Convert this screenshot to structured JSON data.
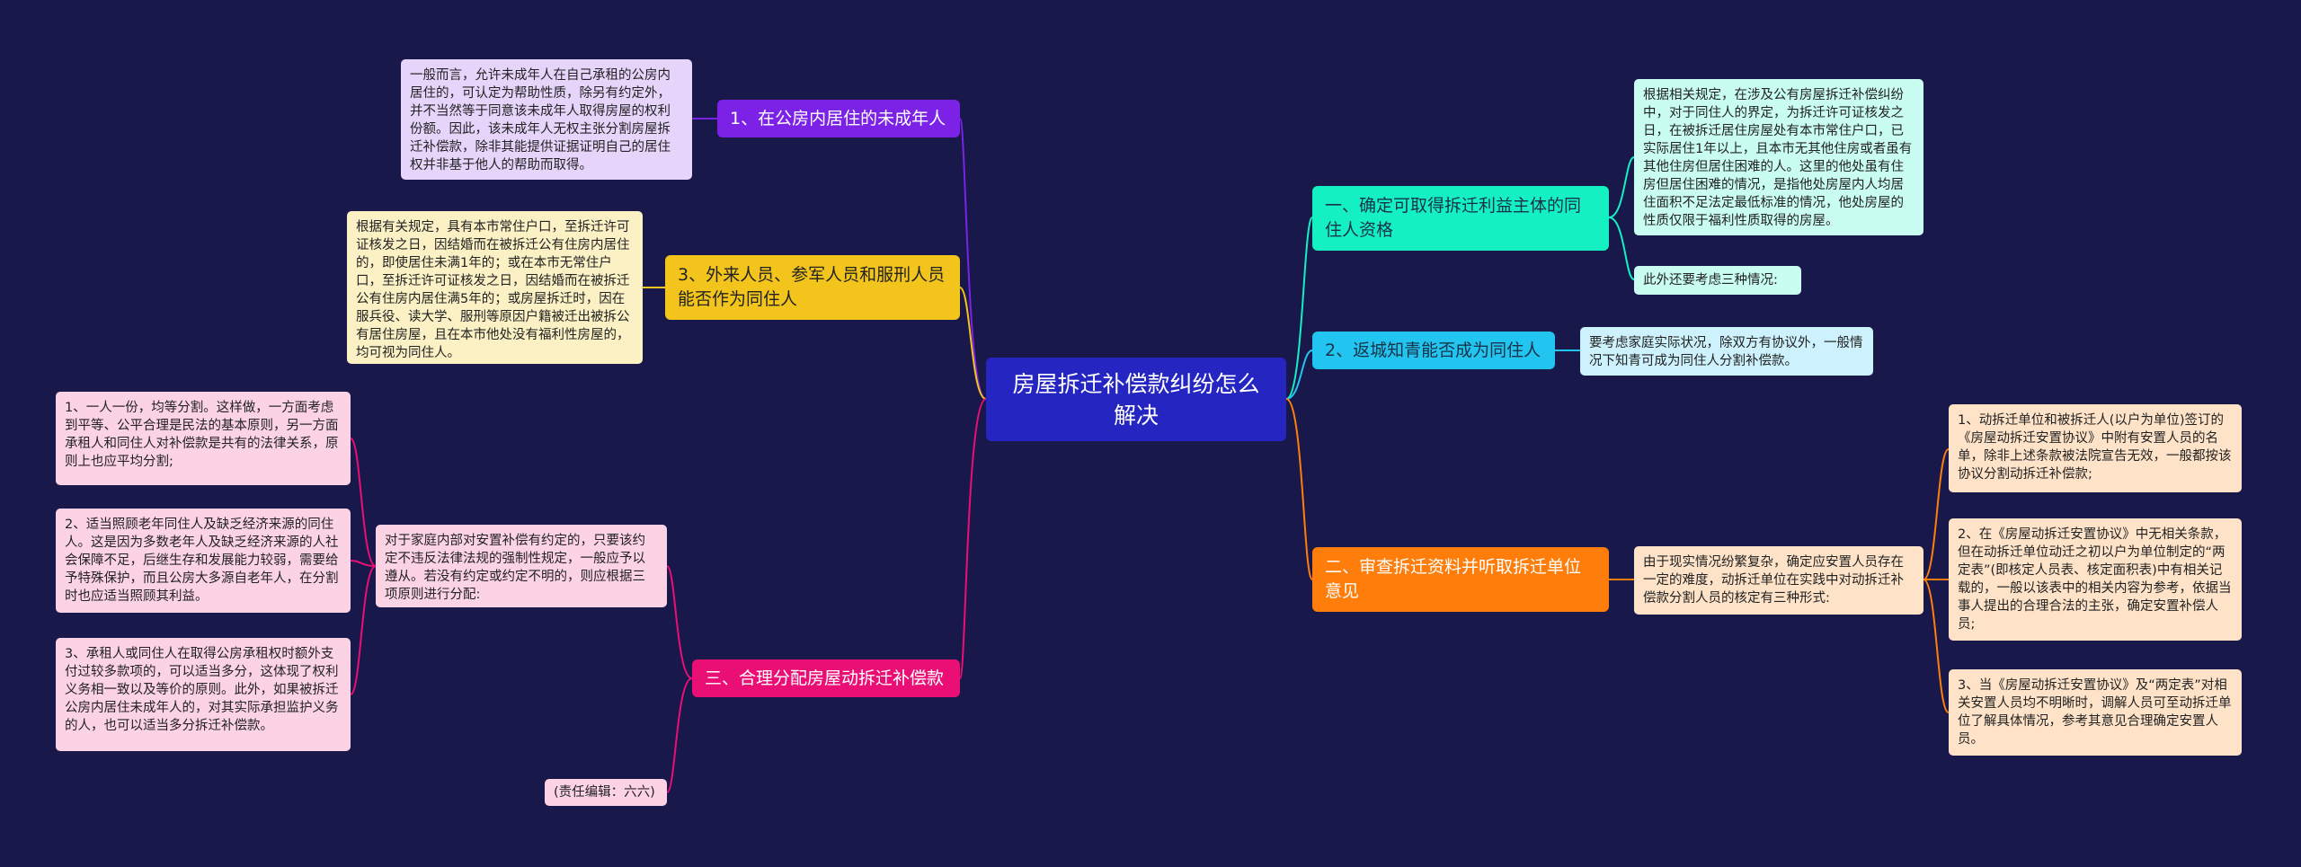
{
  "root": "房屋拆迁补偿款纠纷怎么解决",
  "left": [
    {
      "label": "1、在公房内居住的未成年人",
      "color": "#7b22e6",
      "details": [
        "一般而言，允许未成年人在自己承租的公房内居住的，可认定为帮助性质，除另有约定外，并不当然等于同意该未成年人取得房屋的权利份额。因此，该未成年人无权主张分割房屋拆迁补偿款，除非其能提供证据证明自己的居住权并非基于他人的帮助而取得。"
      ]
    },
    {
      "label": "3、外来人员、参军人员和服刑人员能否作为同住人",
      "color": "#f3c51c",
      "details": [
        "根据有关规定，具有本市常住户口，至拆迁许可证核发之日，因结婚而在被拆迁公有住房内居住的，即使居住未满1年的；或在本市无常住户口，至拆迁许可证核发之日，因结婚而在被拆迁公有住房内居住满5年的；或房屋拆迁时，因在服兵役、读大学、服刑等原因户籍被迁出被拆公有居住房屋，且在本市他处没有福利性房屋的，均可视为同住人。"
      ]
    },
    {
      "label": "三、合理分配房屋动拆迁补偿款",
      "color": "#ea0f75",
      "details": [
        "对于家庭内部对安置补偿有约定的，只要该约定不违反法律法规的强制性规定，一般应予以遵从。若没有约定或约定不明的，则应根据三项原则进行分配:",
        "(责任编辑：六六)"
      ],
      "principles": [
        "1、一人一份，均等分割。这样做，一方面考虑到平等、公平合理是民法的基本原则，另一方面承租人和同住人对补偿款是共有的法律关系，原则上也应平均分割;",
        "2、适当照顾老年同住人及缺乏经济来源的同住人。这是因为多数老年人及缺乏经济来源的人社会保障不足，后继生存和发展能力较弱，需要给予特殊保护，而且公房大多源自老年人，在分割时也应适当照顾其利益。",
        "3、承租人或同住人在取得公房承租权时额外支付过较多款项的，可以适当多分，这体现了权利义务相一致以及等价的原则。此外，如果被拆迁公房内居住未成年人的，对其实际承担监护义务的人，也可以适当多分拆迁补偿款。"
      ]
    }
  ],
  "right": [
    {
      "label": "一、确定可取得拆迁利益主体的同住人资格",
      "color": "#14f0c2",
      "details": [
        "根据相关规定，在涉及公有房屋拆迁补偿纠纷中，对于同住人的界定，为拆迁许可证核发之日，在被拆迁居住房屋处有本市常住户口，已实际居住1年以上，且本市无其他住房或者虽有其他住房但居住困难的人。这里的他处虽有住房但居住困难的情况，是指他处房屋内人均居住面积不足法定最低标准的情况，他处房屋的性质仅限于福利性质取得的房屋。",
        "此外还要考虑三种情况:"
      ]
    },
    {
      "label": "2、返城知青能否成为同住人",
      "color": "#22c5ef",
      "details": [
        "要考虑家庭实际状况，除双方有协议外，一般情况下知青可成为同住人分割补偿款。"
      ]
    },
    {
      "label": "二、审查拆迁资料并听取拆迁单位意见",
      "color": "#ff7e0b",
      "details": [
        "由于现实情况纷繁复杂，确定应安置人员存在一定的难度，动拆迁单位在实践中对动拆迁补偿款分割人员的核定有三种形式:"
      ],
      "forms": [
        "1、动拆迁单位和被拆迁人(以户为单位)签订的《房屋动拆迁安置协议》中附有安置人员的名单，除非上述条款被法院宣告无效，一般都按该协议分割动拆迁补偿款;",
        "2、在《房屋动拆迁安置协议》中无相关条款，但在动拆迁单位动迁之初以户为单位制定的“两定表”(即核定人员表、核定面积表)中有相关记载的，一般以该表中的相关内容为参考，依据当事人提出的合理合法的主张，确定安置补偿人员;",
        "3、当《房屋动拆迁安置协议》及“两定表”对相关安置人员均不明晰时，调解人员可至动拆迁单位了解具体情况，参考其意见合理确定安置人员。"
      ]
    }
  ]
}
